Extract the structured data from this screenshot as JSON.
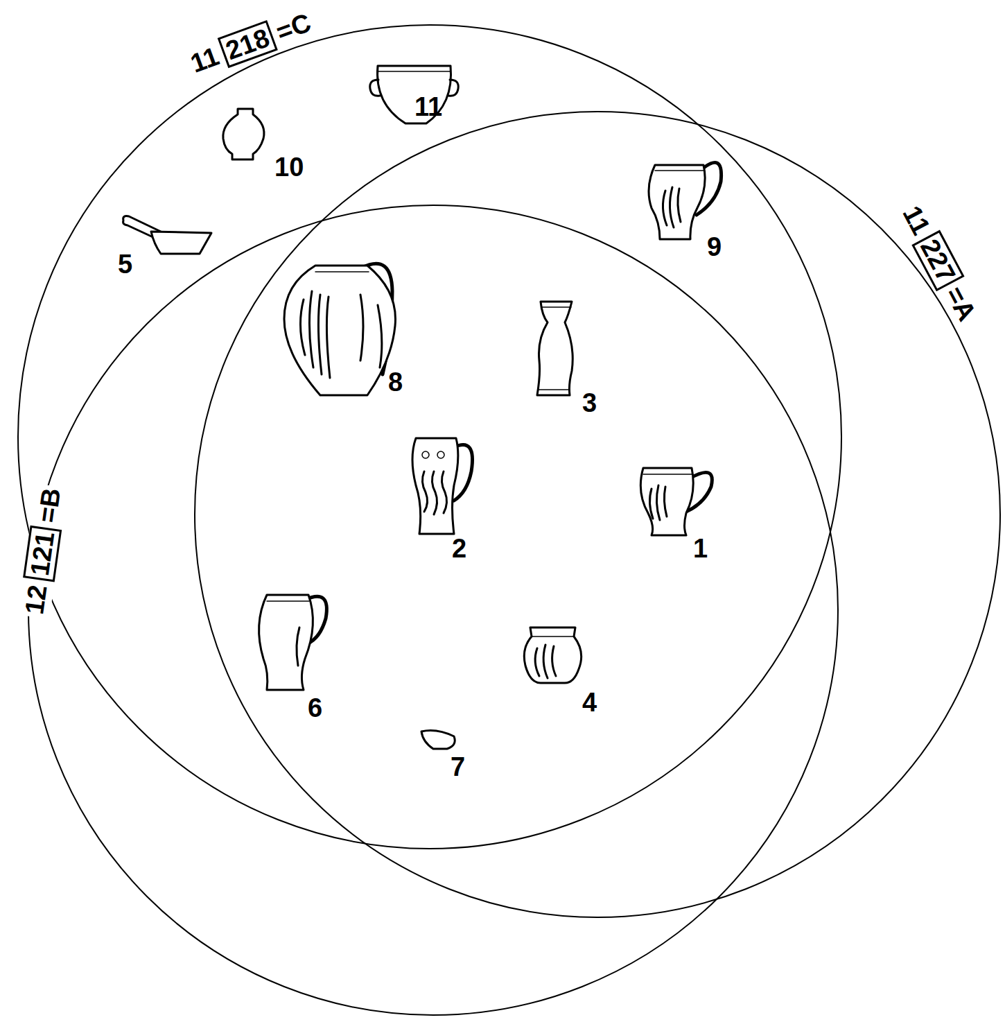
{
  "diagram": {
    "nodes": [
      {
        "text": [
          "11",
          "218",
          "=C"
        ]
      },
      {
        "text": [
          "11",
          "227",
          "=A"
        ]
      },
      {
        "text": [
          "12",
          "121",
          "=B"
        ]
      }
    ],
    "labels": [
      "11",
      "10",
      "5",
      "9",
      "8",
      "3",
      "2",
      "1",
      "6",
      "4",
      "7"
    ]
  }
}
